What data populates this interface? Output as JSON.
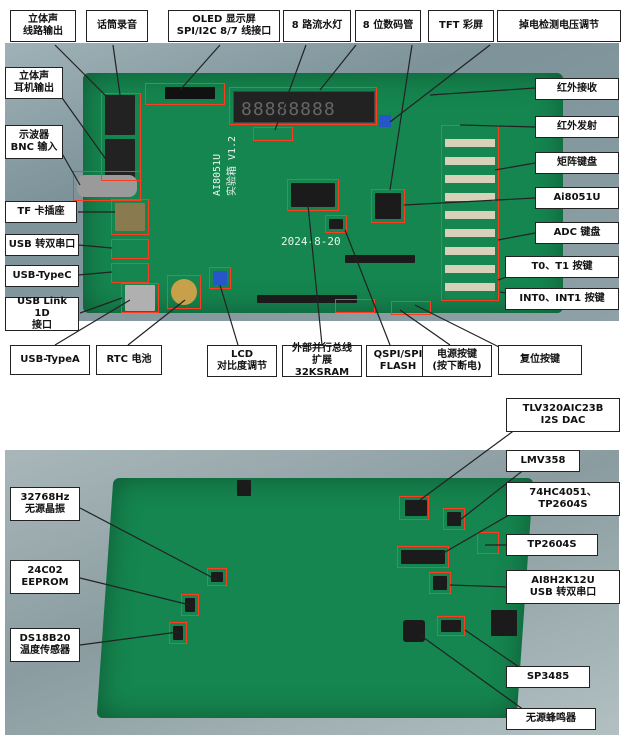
{
  "top_labels": {
    "stereo_line_out": "立体声\n线路输出",
    "mic_record": "话筒录音",
    "oled": "OLED 显示屏\nSPI/I2C 8/7 线接口",
    "led8": "8 路流水灯",
    "seg8": "8 位数码管",
    "tft": "TFT 彩屏",
    "power_detect": "掉电检测电压调节",
    "ir_rx": "红外接收",
    "stereo_ear": "立体声\n耳机输出",
    "ir_tx": "红外发射",
    "osc_bnc": "示波器\nBNC 输入",
    "matrix_key": "矩阵键盘",
    "tf_slot": "TF 卡插座",
    "mcu": "Ai8051U",
    "usb_dual": "USB 转双串口",
    "adc_key": "ADC 键盘",
    "usb_c": "USB-TypeC",
    "t0t1": "T0、T1 按键",
    "usb_link": "USB Link 1D\n接口",
    "int_keys": "INT0、INT1 按键",
    "usb_a": "USB-TypeA",
    "rtc": "RTC 电池",
    "lcd_contrast": "LCD\n对比度调节",
    "bus_sram": "外部并行总线\n扩展 32KSRAM",
    "qspi": "QSPI/SPI\nFLASH",
    "power_key": "电源按键\n(按下断电)",
    "reset_key": "复位按键"
  },
  "bottom_labels": {
    "dac": "TLV320AIC23B\nI2S DAC",
    "lmv358": "LMV358",
    "crystal": "32768Hz\n无源晶振",
    "hc4051": "74HC4051、\nTP2604S",
    "tp2604s": "TP2604S",
    "eeprom": "24C02\nEEPROM",
    "ai8h2k": "AI8H2K12U\nUSB 转双串口",
    "ds18b20": "DS18B20\n温度传感器",
    "sp3485": "SP3485",
    "buzzer": "无源蜂鸣器"
  },
  "board_text": {
    "date": "2024-8-20",
    "model": "AI8051U\n实验箱 V1.2",
    "seg_digits": "88888888"
  },
  "colors": {
    "highlight": "#ff3b20",
    "board": "#15864f",
    "line": "#222222"
  }
}
